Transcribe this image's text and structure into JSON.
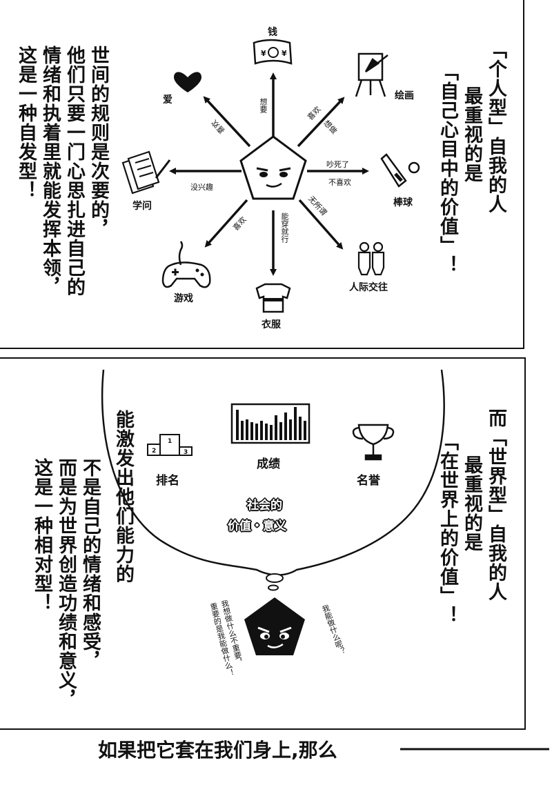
{
  "panel1": {
    "left_text": [
      "世间的规则是次要的，",
      "他们只要一门心思扎进自己的",
      "情绪和执着里就能发挥本领，",
      "这是一种自发型！"
    ],
    "right_text": [
      "「个人型」自我的人",
      "最重视的是",
      "「自己心目中的价值」！"
    ],
    "items": {
      "money": "钱",
      "love": "爱",
      "painting": "绘画",
      "baseball": "棒球",
      "study": "学问",
      "game": "游戏",
      "clothes": "衣服",
      "relations": "人际交往"
    },
    "arrow_labels": {
      "want": "想要",
      "like1": "喜欢",
      "like2": "喜欢",
      "want_do": "想做",
      "noisy": "吵死了",
      "dislike": "不喜欢",
      "no_interest": "没兴趣",
      "like3": "喜欢",
      "wearable": "能穿就行",
      "troublesome": "无所谓"
    },
    "money_glyph": "¥",
    "money_glyph2": "¥"
  },
  "panel2": {
    "right_text": [
      "而「世界型」自我的人",
      "最重视的是",
      "「在世界上的价值」！"
    ],
    "left_text1": [
      "能激发出他们能力的"
    ],
    "left_text2": [
      "不是自己的情绪和感受，",
      "而是为世界创造功绩和意义，",
      "这是一种相对型！"
    ],
    "items": {
      "ranking": "排名",
      "results": "成绩",
      "honor": "名誉"
    },
    "podium": [
      "1",
      "2",
      "3"
    ],
    "center_title": [
      "社会的",
      "价值・意义"
    ],
    "speech_left": [
      "我想做什么不重要，",
      "重要的是我能做什么！"
    ],
    "speech_right": "我能做什么呢？"
  },
  "caption": "如果把它套在我们身上,那么"
}
